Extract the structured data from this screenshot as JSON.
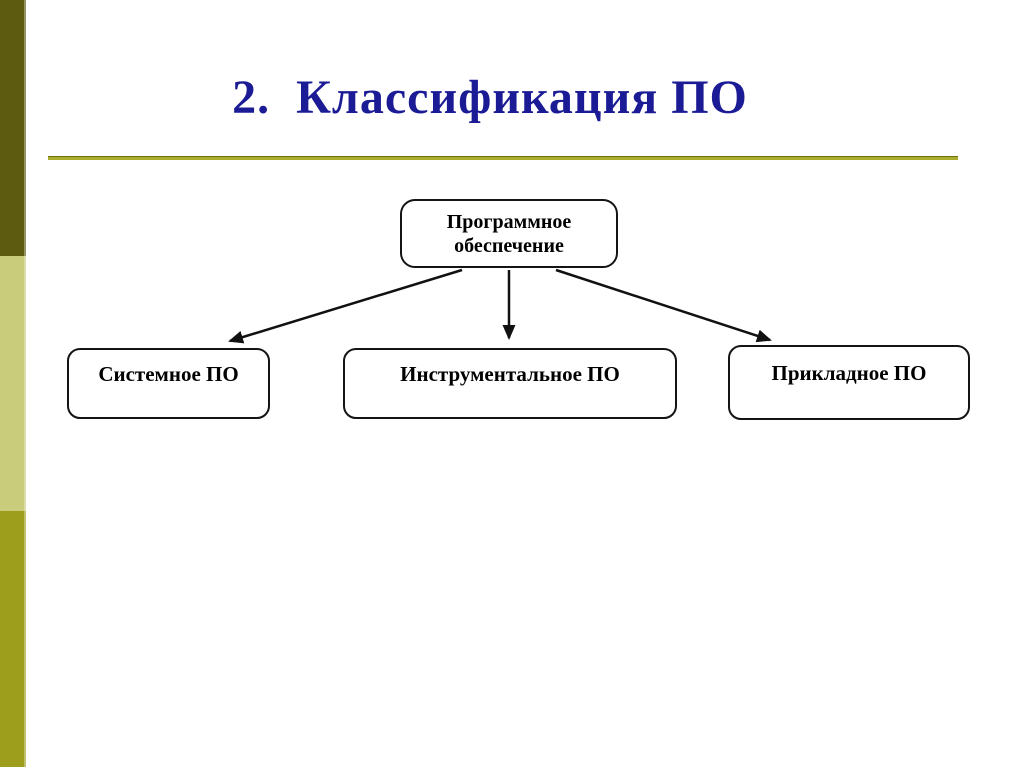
{
  "slide": {
    "title": "2.  Классификация ПО",
    "title_color": "#1b1b96",
    "divider_color": "#aaad2e",
    "sidebar_band_colors": [
      "#5c5b0f",
      "#c9cc7b",
      "#9c9e1c"
    ],
    "background_color": "#ffffff"
  },
  "diagram": {
    "root_label": "Программное обеспечение",
    "children": [
      {
        "label": "Системное ПО"
      },
      {
        "label": "Инструментальное ПО"
      },
      {
        "label": "Прикладное ПО"
      }
    ],
    "edge_color": "#111111",
    "node_border_color": "#141414",
    "node_fill_color": "#ffffff"
  }
}
